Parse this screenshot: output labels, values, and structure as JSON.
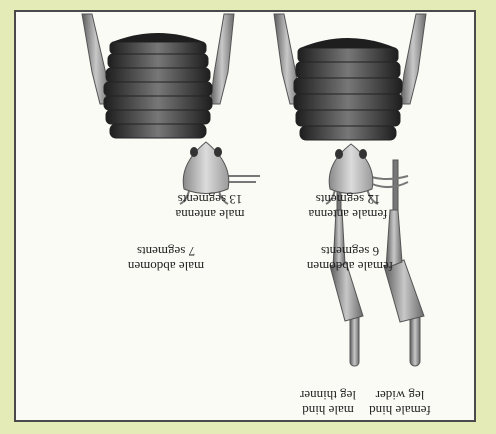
{
  "labels": {
    "female_hind_leg": "female hind\nleg wider",
    "male_hind_leg": "male hind\nleg thinner",
    "female_antenna": "female antenna\n12 segments",
    "male_antenna": "male antenna\n13 segments",
    "female_abdomen": "female abdomen\n6 segments",
    "male_abdomen": "male abdomen\n7 segments"
  }
}
